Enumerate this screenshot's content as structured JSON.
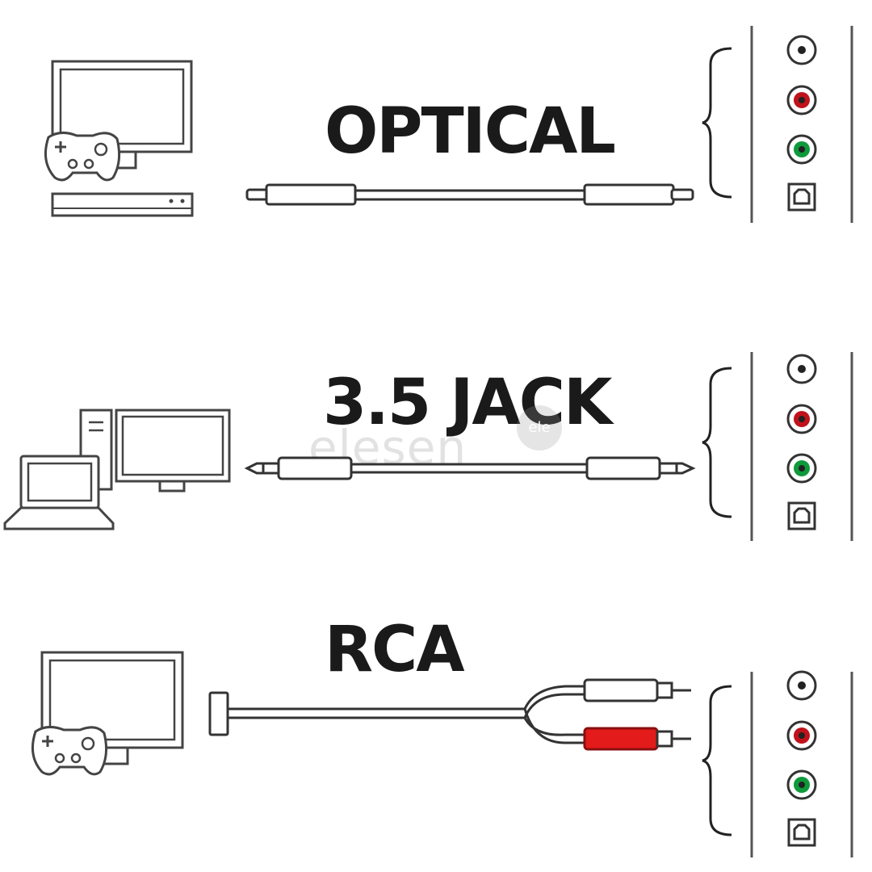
{
  "sections": [
    {
      "title": "OPTICAL"
    },
    {
      "title": "3.5 JACK"
    },
    {
      "title": "RCA"
    }
  ],
  "watermark": {
    "text": "elesen",
    "badge": "ele"
  },
  "colors": {
    "line": "#333333",
    "red_jack": "#c0121b",
    "green_jack": "#0e9a3b",
    "rca_red_plug": "#e31b1b"
  }
}
